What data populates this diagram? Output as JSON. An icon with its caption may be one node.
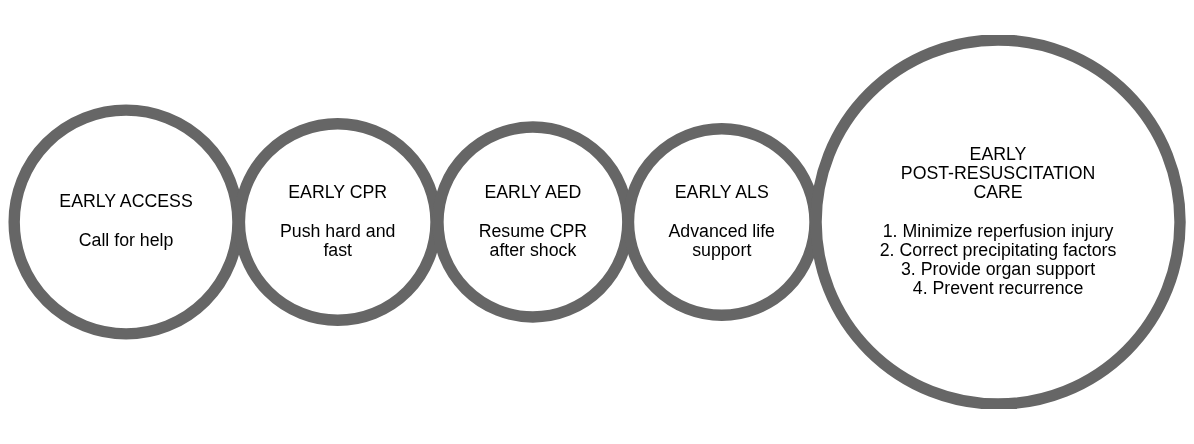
{
  "diagram": {
    "nodes": [
      {
        "text": [
          "EARLY ACCESS",
          "Call for help"
        ]
      },
      {
        "text": [
          "EARLY CPR",
          "Push hard and fast"
        ]
      },
      {
        "text": [
          "EARLY AED",
          "Resume CPR after shock"
        ]
      },
      {
        "text": [
          "EARLY ALS",
          "Advanced life support"
        ]
      },
      {
        "text": [
          "EARLY POST-RESUSCITATION CARE",
          "1. Minimize reperfusion injury",
          "2. Correct precipitating factors",
          "3. Provide organ support",
          "4. Prevent recurrence"
        ]
      }
    ],
    "edges": []
  }
}
